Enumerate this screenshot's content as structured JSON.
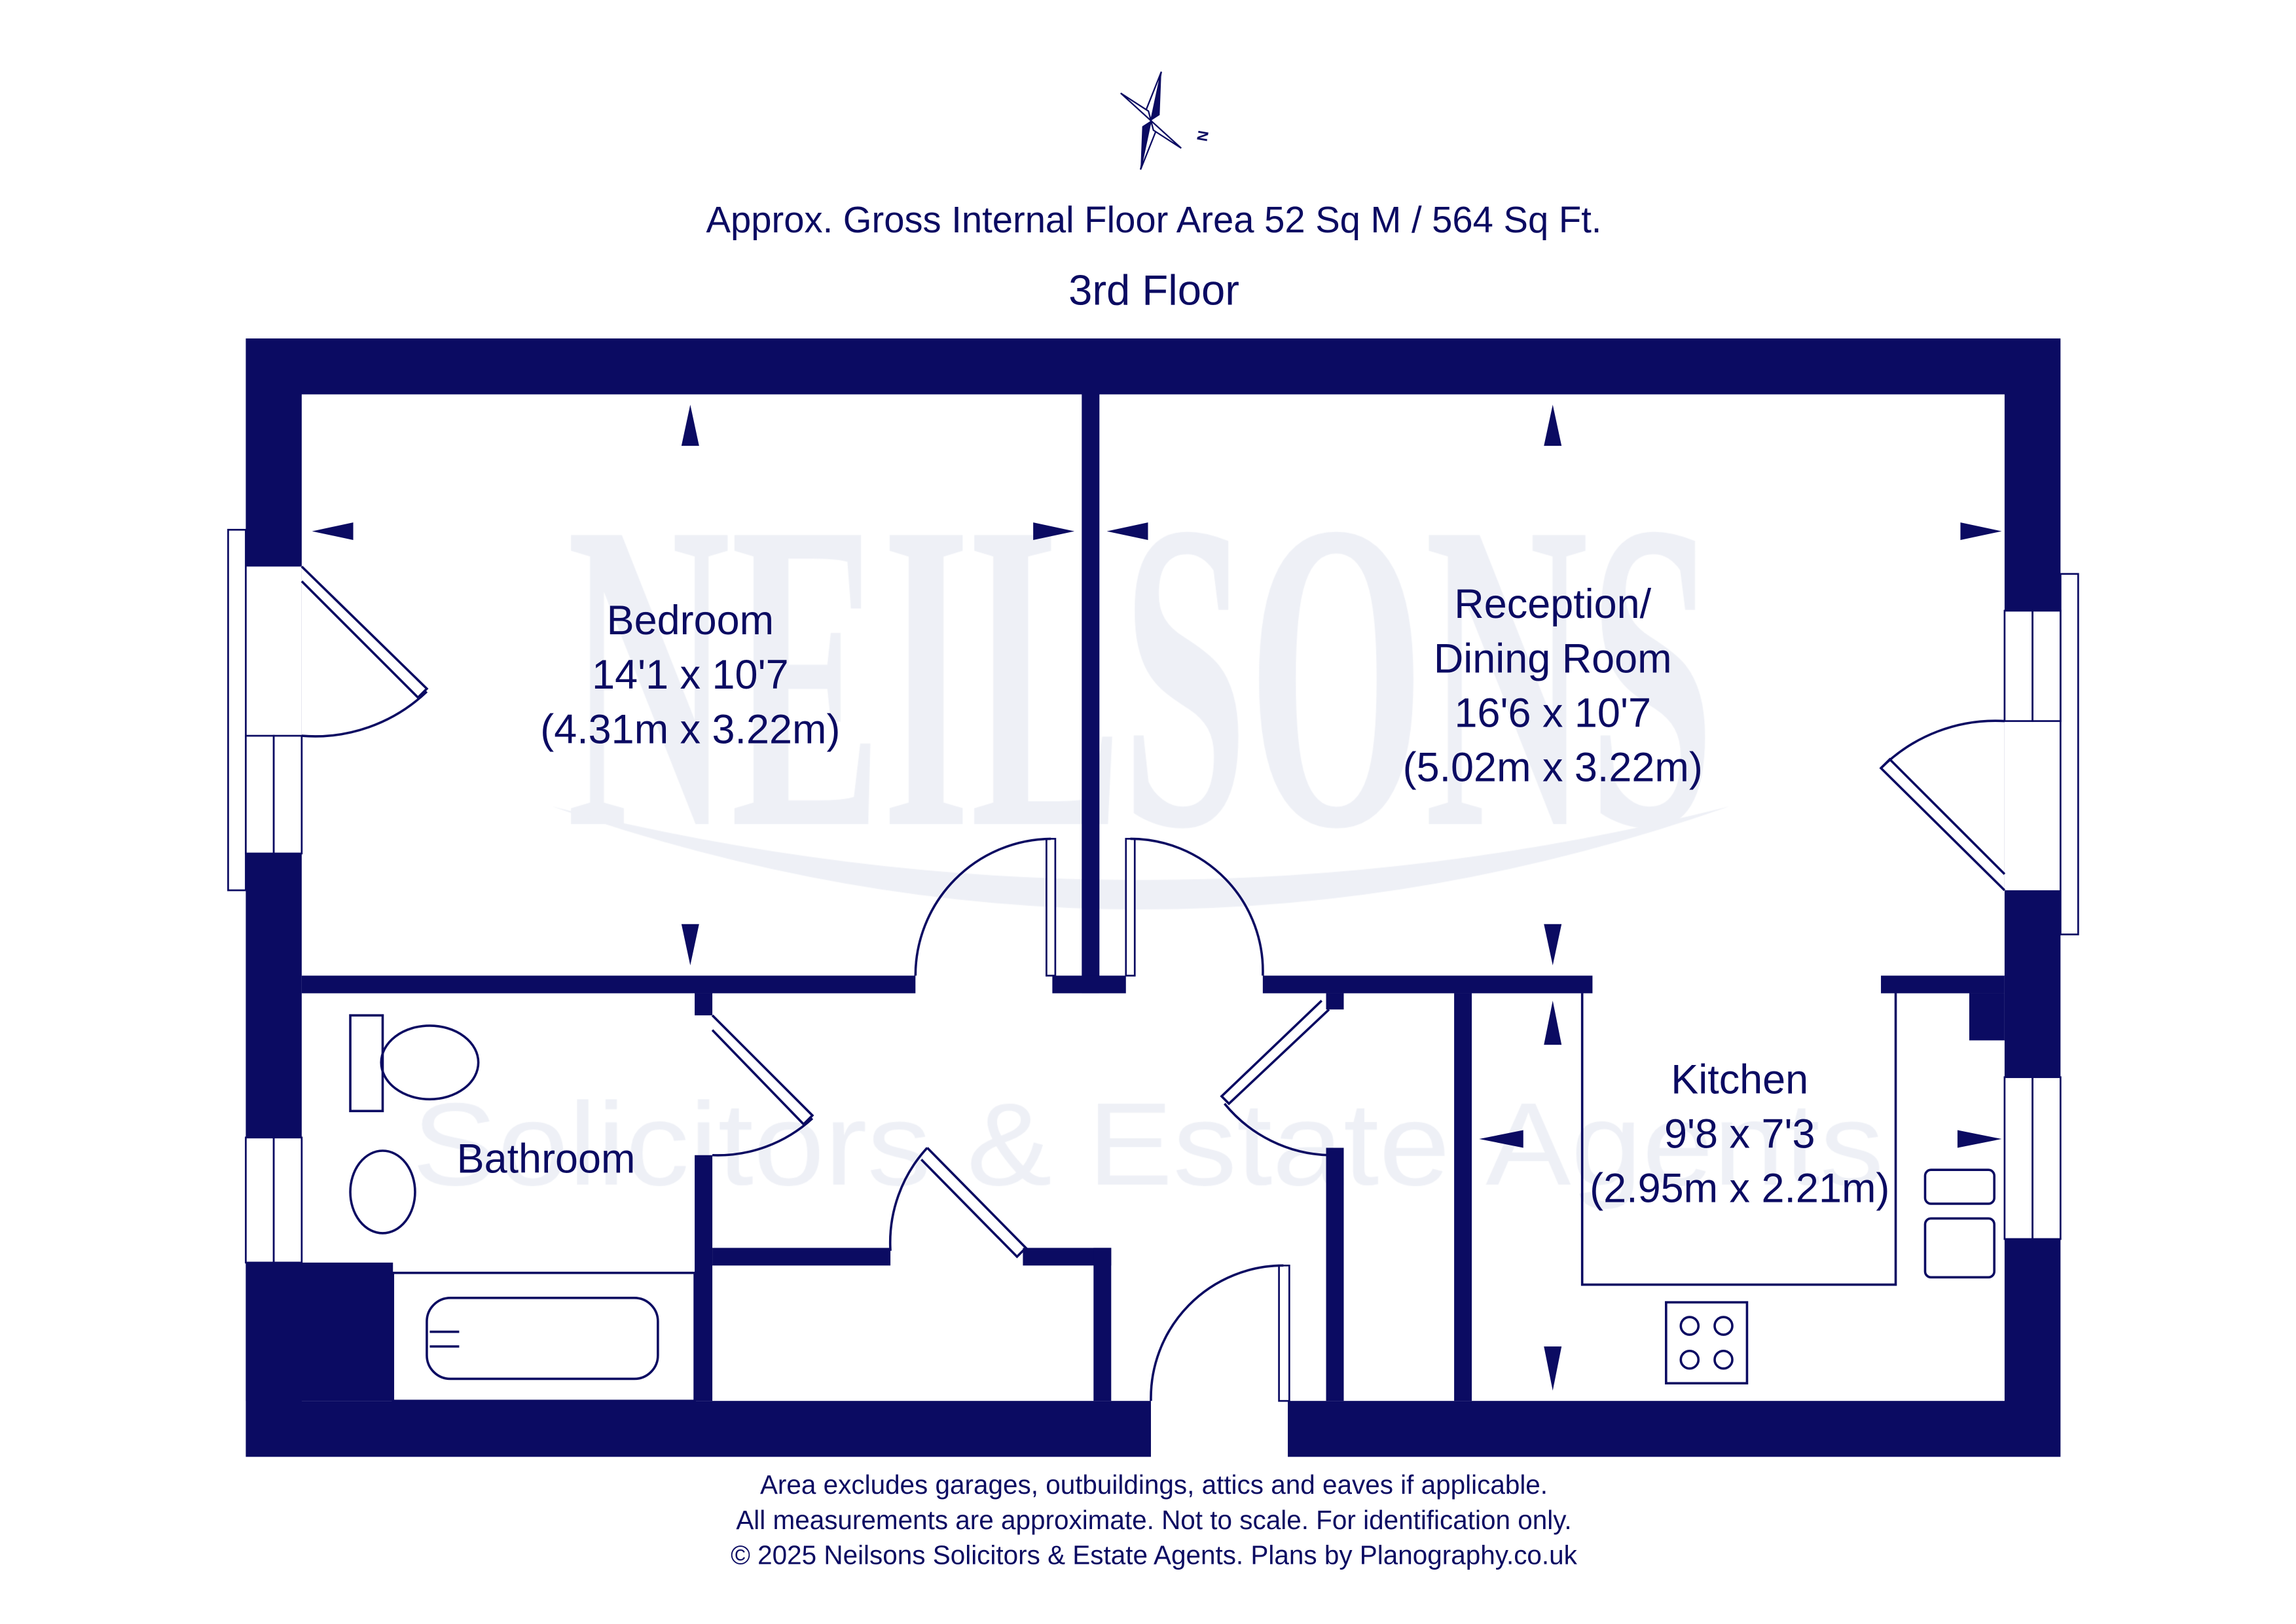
{
  "header": {
    "area_label": "Approx. Gross Internal Floor Area 52 Sq M / 564 Sq Ft.",
    "floor_label": "3rd Floor",
    "compass_letter": "N"
  },
  "watermark": {
    "brand": "NEILSONS",
    "tagline": "Solicitors & Estate Agents"
  },
  "rooms": {
    "bedroom": {
      "name": "Bedroom",
      "imperial": "14'1 x 10'7",
      "metric": "(4.31m x 3.22m)"
    },
    "reception": {
      "name_line1": "Reception/",
      "name_line2": "Dining Room",
      "imperial": "16'6 x 10'7",
      "metric": "(5.02m x 3.22m)"
    },
    "kitchen": {
      "name": "Kitchen",
      "imperial": "9'8 x 7'3",
      "metric": "(2.95m x 2.21m)"
    },
    "bathroom": {
      "name": "Bathroom"
    }
  },
  "footer": {
    "line1": "Area excludes garages, outbuildings, attics and eaves if applicable.",
    "line2": "All measurements are approximate. Not to scale. For identification only.",
    "line3": "© 2025 Neilsons Solicitors & Estate Agents. Plans by Planography.co.uk"
  },
  "colors": {
    "ink": "#0b0b62",
    "watermark": "#eef0f6"
  }
}
